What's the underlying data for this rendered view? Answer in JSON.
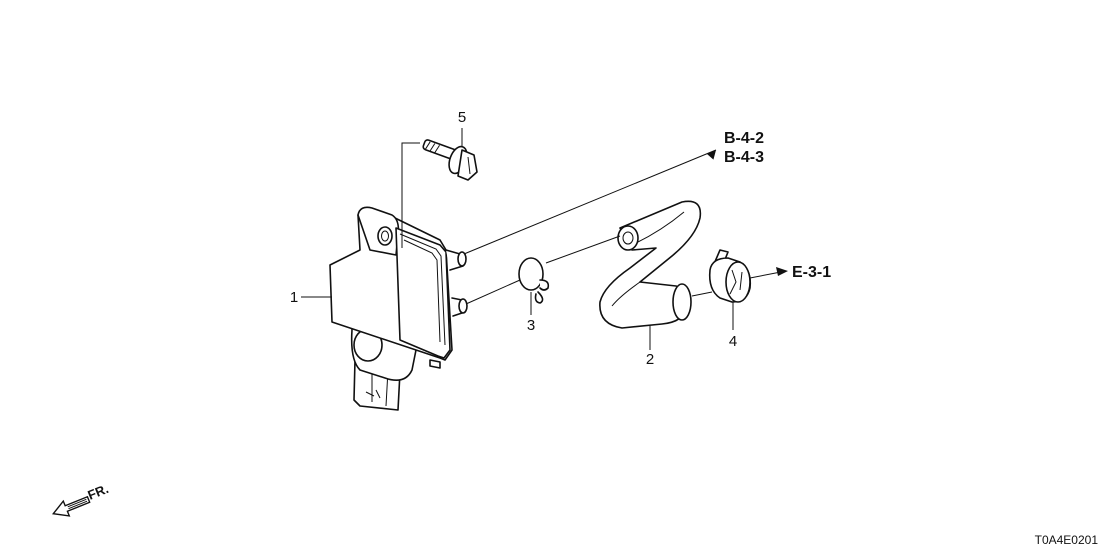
{
  "callouts": {
    "part1": "1",
    "part2": "2",
    "part3": "3",
    "part4": "4",
    "part5": "5"
  },
  "references": {
    "b42": "B-4-2",
    "b43": "B-4-3",
    "e31": "E-3-1"
  },
  "direction": {
    "label": "FR."
  },
  "diagram_code": "T0A4E0201"
}
